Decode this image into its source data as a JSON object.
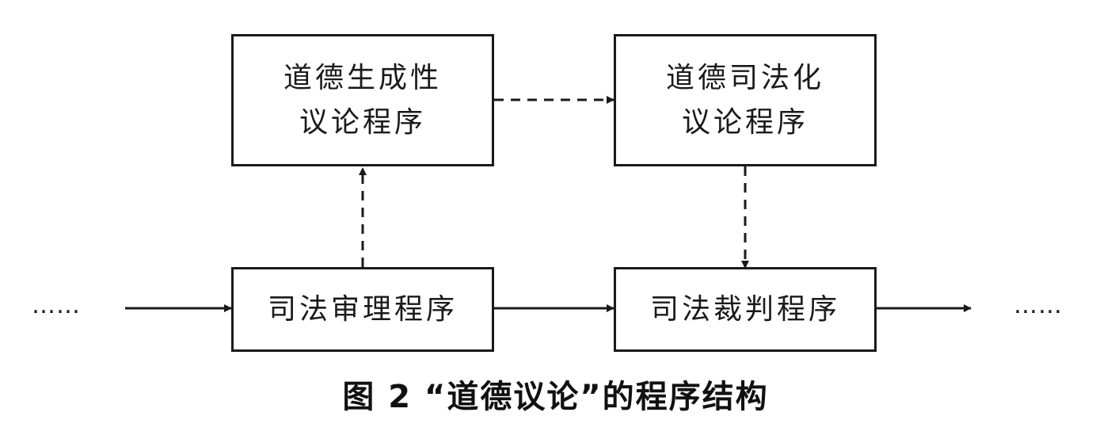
{
  "nodes": {
    "moral_generative": {
      "line1": "道德生成性",
      "line2": "议论程序"
    },
    "moral_judicial": {
      "line1": "道德司法化",
      "line2": "议论程序"
    },
    "judicial_trial": {
      "label": "司法审理程序"
    },
    "judicial_ruling": {
      "label": "司法裁判程序"
    }
  },
  "ellipsis_left": "……",
  "ellipsis_right": "……",
  "caption": "图 2 “道德议论”的程序结构",
  "colors": {
    "stroke": "#1a1a1a",
    "text": "#1a1a1a",
    "background": "#ffffff"
  }
}
